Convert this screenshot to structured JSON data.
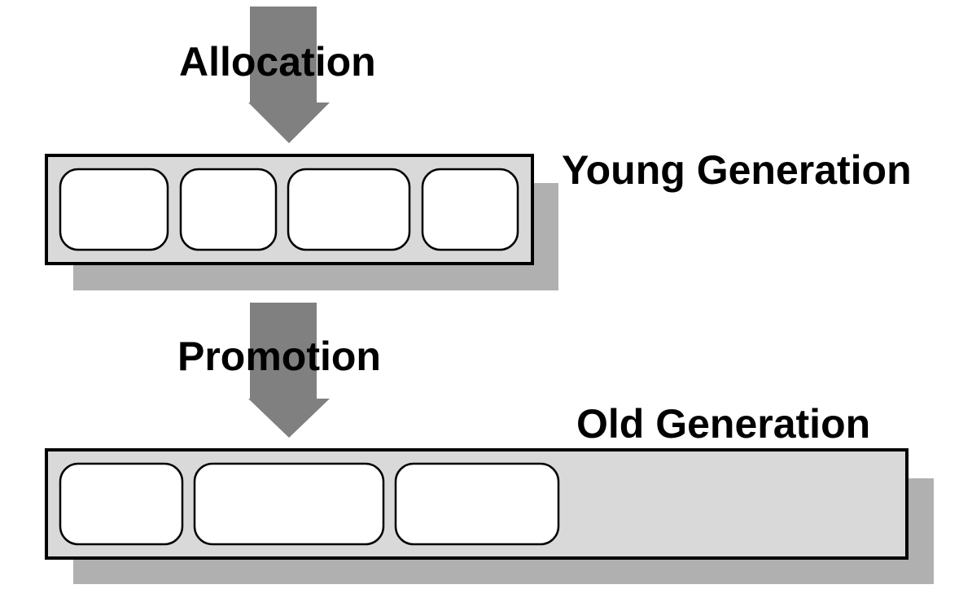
{
  "labels": {
    "allocation": "Allocation",
    "young_generation": "Young Generation",
    "promotion": "Promotion",
    "old_generation": "Old Generation"
  },
  "young_generation": {
    "slot_count": 4
  },
  "old_generation": {
    "slot_count": 3
  },
  "colors": {
    "arrow": "#808080",
    "shadow": "#b0b0b0",
    "region_fill": "#d9d9d9",
    "slot_fill": "#ffffff",
    "stroke": "#000000"
  }
}
